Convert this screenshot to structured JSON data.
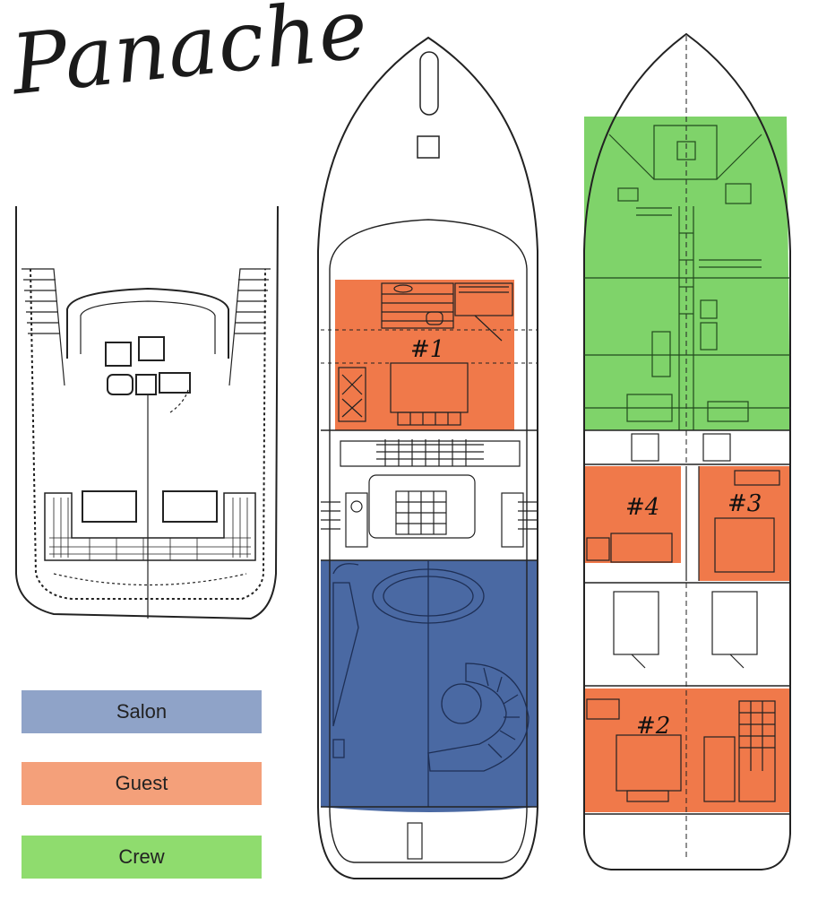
{
  "title": "Panache",
  "legend": [
    {
      "label": "Salon",
      "color": "#8fa3c8"
    },
    {
      "label": "Guest",
      "color": "#f4a07a"
    },
    {
      "label": "Crew",
      "color": "#8fdc6e"
    }
  ],
  "zone_colors": {
    "salon": "#4a69a3",
    "guest": "#f0794a",
    "crew": "#7fd36a"
  },
  "rooms": [
    {
      "label": "#1"
    },
    {
      "label": "#4"
    },
    {
      "label": "#3"
    },
    {
      "label": "#2"
    }
  ]
}
